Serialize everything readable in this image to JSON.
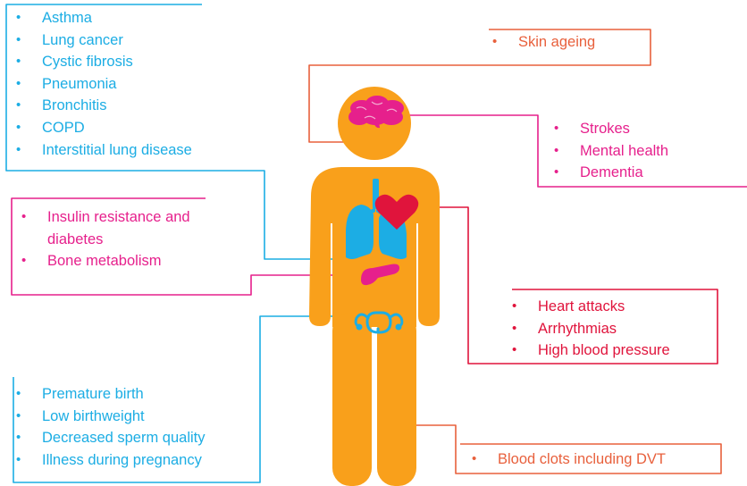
{
  "lungs_conditions": [
    "Asthma",
    "Lung cancer",
    "Cystic fibrosis",
    "Pneumonia",
    "Bronchitis",
    "COPD",
    "Interstitial lung disease"
  ],
  "skin_conditions": [
    "Skin ageing"
  ],
  "brain_conditions": [
    "Strokes",
    "Mental health",
    "Dementia"
  ],
  "pancreas_conditions": [
    "Insulin resistance and diabetes",
    "Bone metabolism"
  ],
  "heart_conditions": [
    "Heart attacks",
    "Arrhythmias",
    "High blood pressure"
  ],
  "reproductive_conditions": [
    "Premature birth",
    "Low birthweight",
    "Decreased sperm quality",
    "Illness during pregnancy"
  ],
  "leg_conditions": [
    "Blood clots including DVT"
  ],
  "colors": {
    "body": "#f9a01b",
    "lungs": "#1cade4",
    "brain": "#e6208c",
    "heart": "#e0143c",
    "skin_legs": "#e8603c"
  }
}
